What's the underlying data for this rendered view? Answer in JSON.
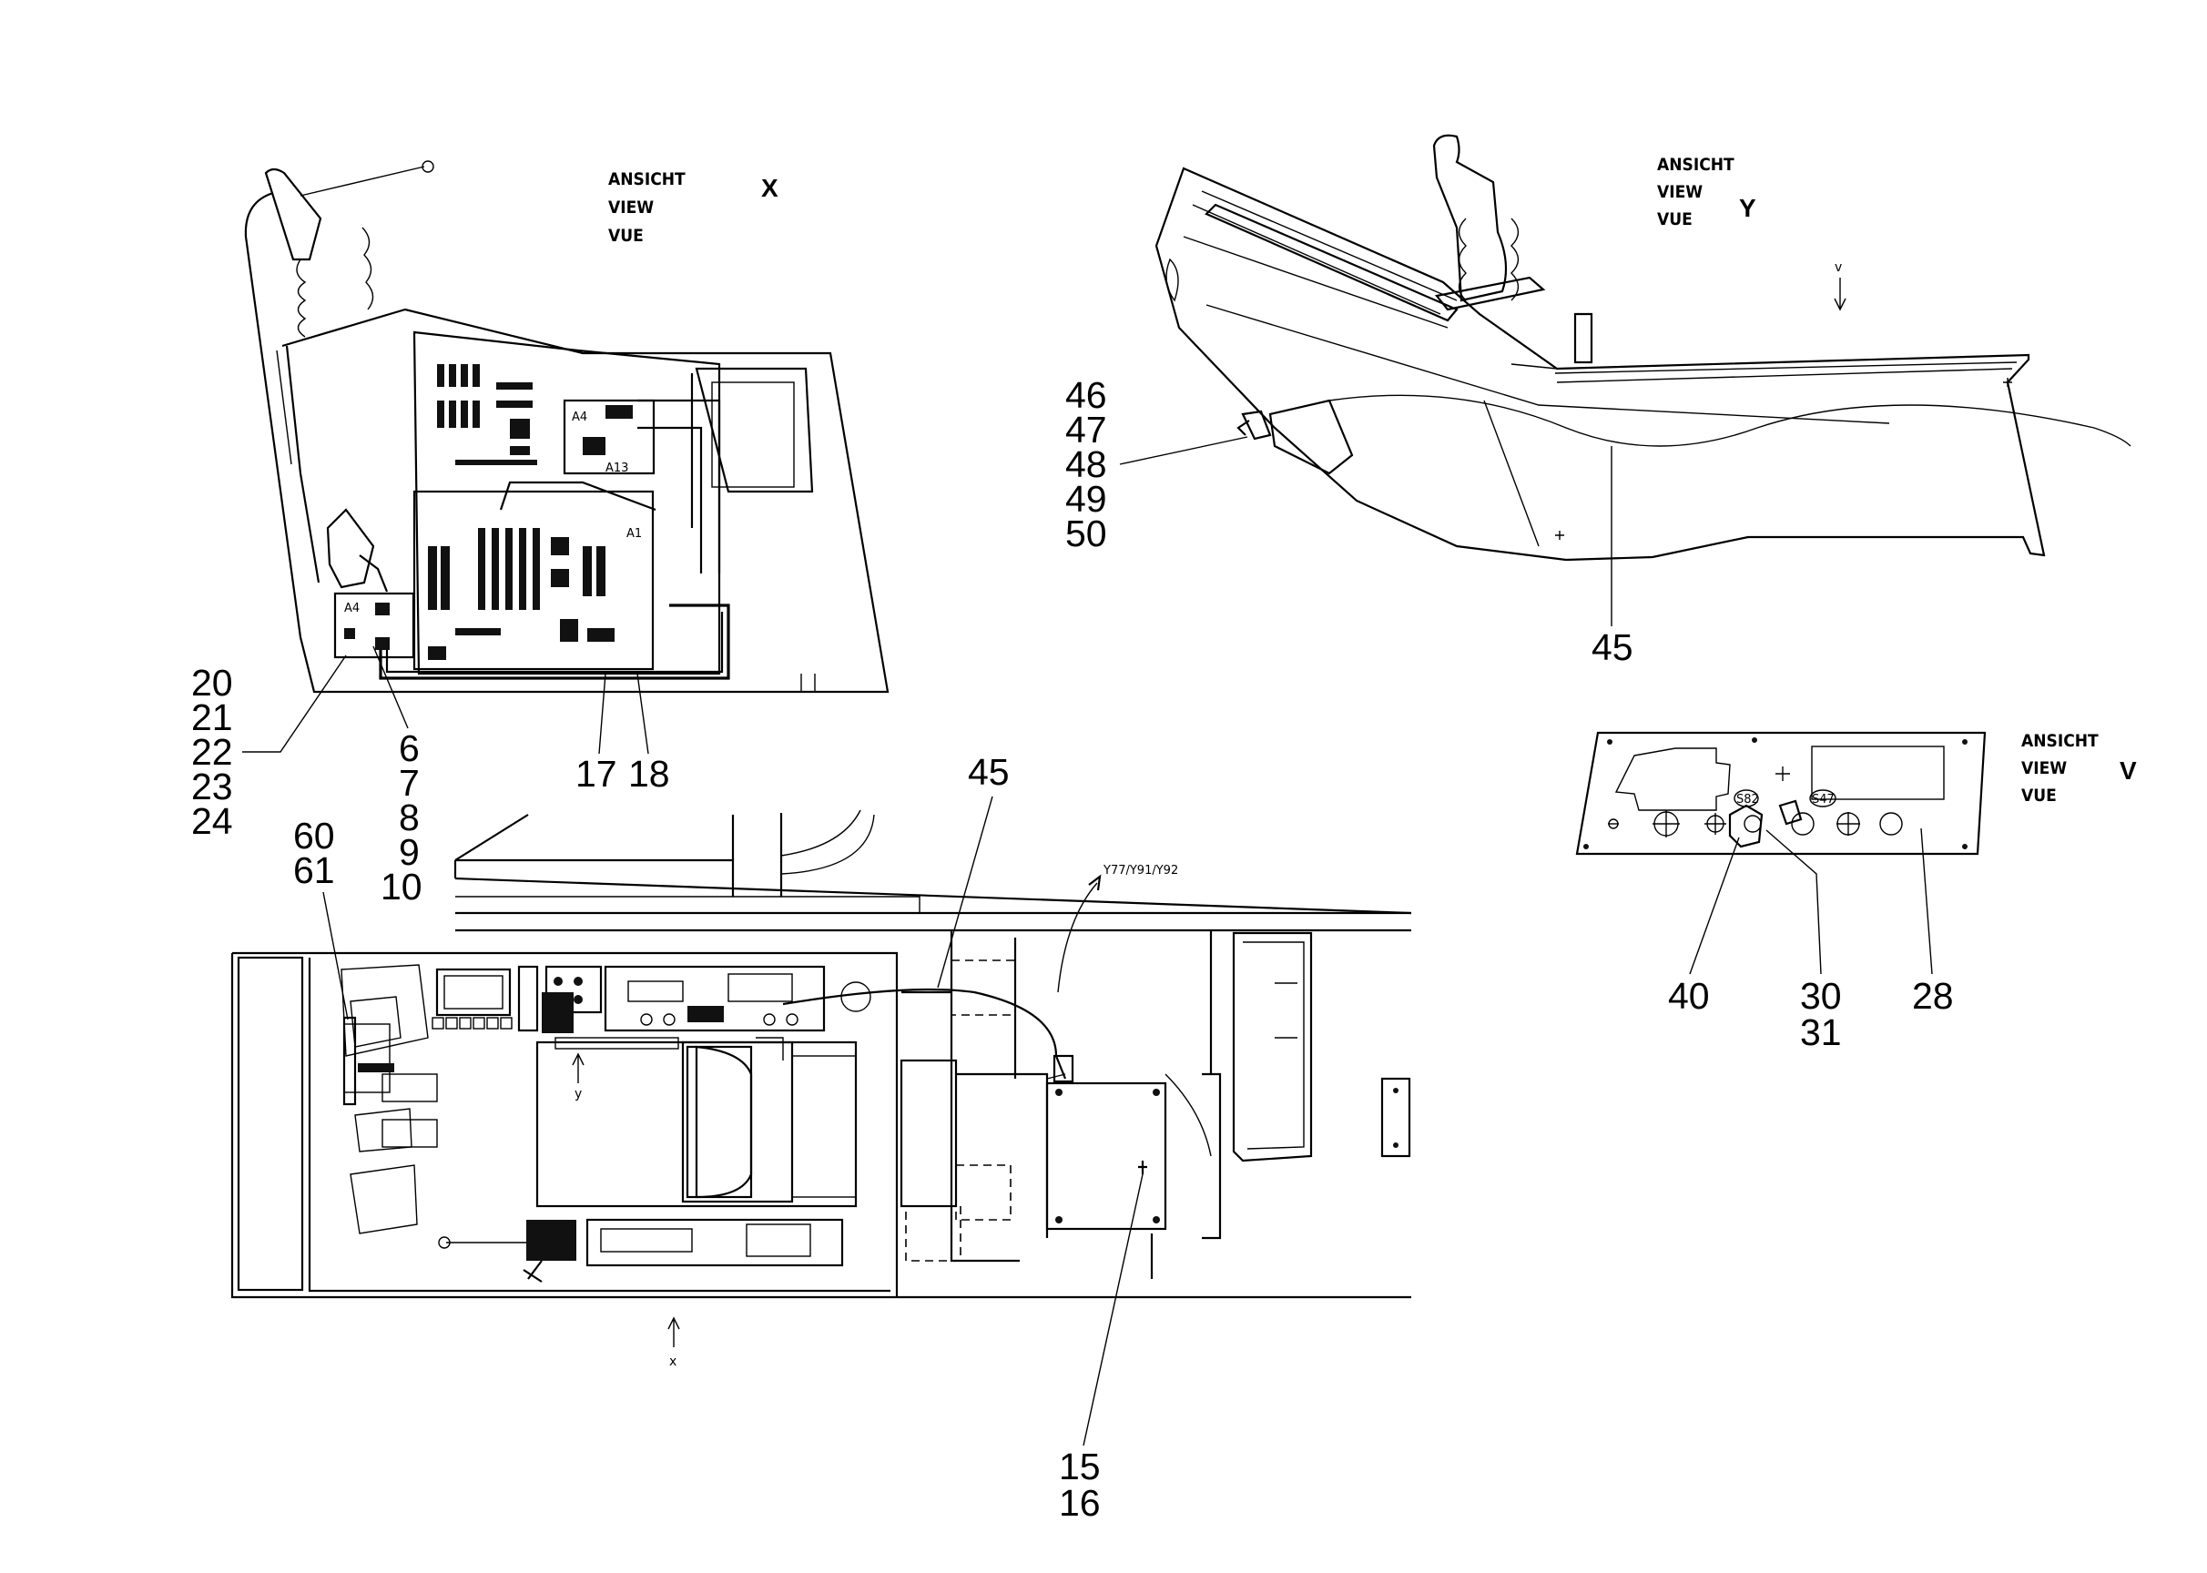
{
  "views": {
    "x": {
      "l1": "ANSICHT",
      "l2": "VIEW",
      "l3": "VUE",
      "letter": "X"
    },
    "y": {
      "l1": "ANSICHT",
      "l2": "VIEW",
      "l3": "VUE",
      "letter": "Y"
    },
    "v": {
      "l1": "ANSICHT",
      "l2": "VIEW",
      "l3": "VUE",
      "letter": "V"
    }
  },
  "board_labels": {
    "a4_top": "A4",
    "a13": "A13",
    "a1": "A1",
    "a4_side": "A4"
  },
  "socket_labels": {
    "s82": "S82",
    "s47": "S47"
  },
  "arrow_labels": {
    "x": "x",
    "y": "y",
    "v": "v",
    "valve": "Y77/Y91/Y92"
  },
  "callouts": {
    "c20": "20",
    "c21": "21",
    "c22": "22",
    "c23": "23",
    "c24": "24",
    "c6": "6",
    "c7": "7",
    "c8": "8",
    "c9": "9",
    "c10": "10",
    "c17": "17",
    "c18": "18",
    "c60": "60",
    "c61": "61",
    "c45a": "45",
    "c45b": "45",
    "c46": "46",
    "c47": "47",
    "c48": "48",
    "c49": "49",
    "c50": "50",
    "c15": "15",
    "c16": "16",
    "c40": "40",
    "c30": "30",
    "c31": "31",
    "c28": "28"
  }
}
